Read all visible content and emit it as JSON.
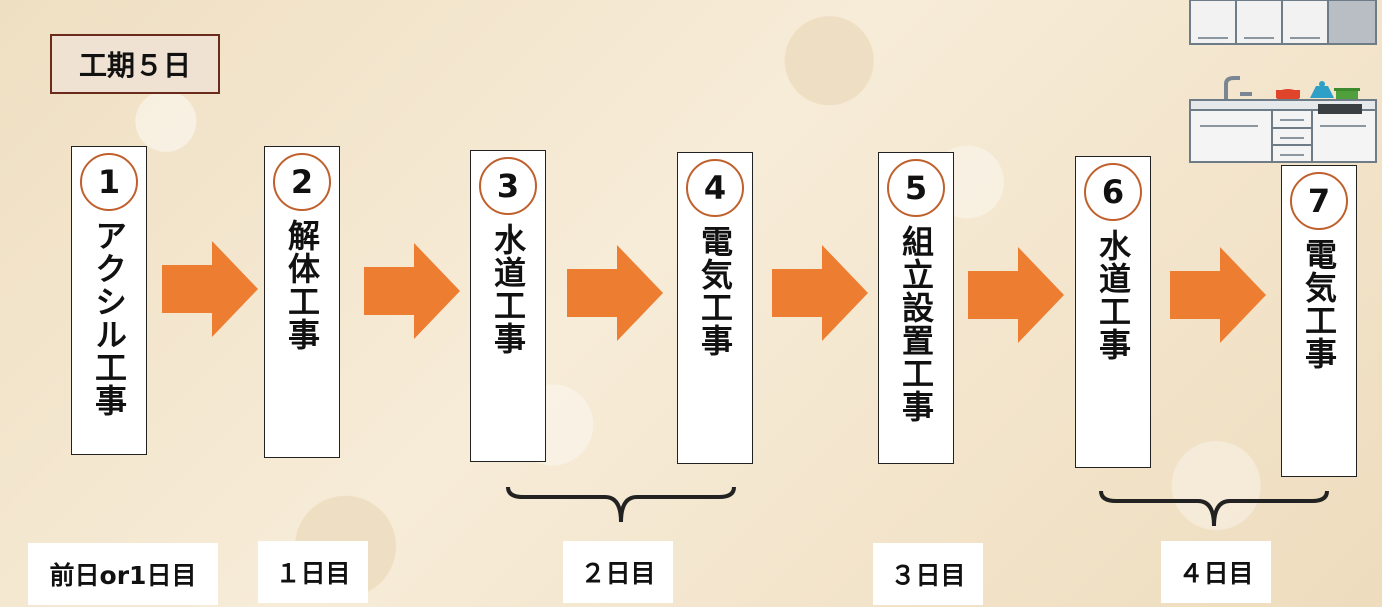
{
  "title": "工期５日",
  "steps": [
    {
      "num": "1",
      "label": "アクシル工事"
    },
    {
      "num": "2",
      "label": "解体工事"
    },
    {
      "num": "3",
      "label": "水道工事"
    },
    {
      "num": "4",
      "label": "電気工事"
    },
    {
      "num": "5",
      "label": "組立設置工事"
    },
    {
      "num": "6",
      "label": "水道工事"
    },
    {
      "num": "7",
      "label": "電気工事"
    }
  ],
  "days": [
    "前日or1日目",
    "１日目",
    "２日目",
    "３日目",
    "４日目"
  ],
  "colors": {
    "arrow": "#ed7d31",
    "circle_border": "#c0602d",
    "title_border": "#6b2a1c"
  },
  "decor": {
    "image": "kitchen-illustration"
  }
}
